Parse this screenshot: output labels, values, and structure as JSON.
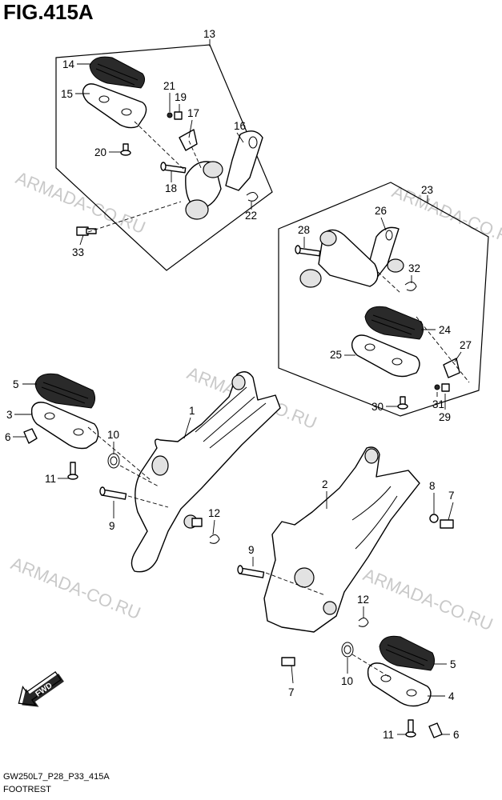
{
  "figure": {
    "title": "FIG.415A"
  },
  "watermarks": [
    "ARMADA-CO.RU",
    "ARMADA-CO.RU",
    "ARMADA-CO.RU",
    "ARMADA-CO.RU",
    "ARMADA-CO.RU"
  ],
  "callouts": {
    "c13": "13",
    "c14": "14",
    "c15": "15",
    "c21": "21",
    "c19": "19",
    "c17": "17",
    "c16": "16",
    "c20": "20",
    "c18": "18",
    "c22": "22",
    "c33": "33",
    "c23": "23",
    "c26": "26",
    "c28": "28",
    "c32": "32",
    "c24": "24",
    "c27": "27",
    "c25": "25",
    "c30": "30",
    "c31": "31",
    "c29": "29",
    "c5a": "5",
    "c3": "3",
    "c6a": "6",
    "c10a": "10",
    "c1": "1",
    "c11a": "11",
    "c9a": "9",
    "c12a": "12",
    "c2": "2",
    "c8": "8",
    "c7a": "7",
    "c9b": "9",
    "c12b": "12",
    "c7b": "7",
    "c10b": "10",
    "c5b": "5",
    "c4": "4",
    "c11b": "11",
    "c6b": "6"
  },
  "fwd_label": "FWD",
  "footer": {
    "code": "GW250L7_P28_P33_415A",
    "name": "FOOTREST"
  }
}
